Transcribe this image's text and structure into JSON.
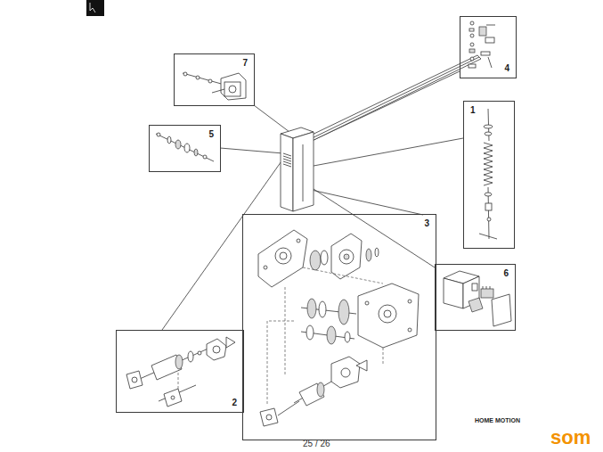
{
  "diagram": {
    "nodes": [
      {
        "text": [
          "7"
        ]
      },
      {
        "text": [
          "4"
        ]
      },
      {
        "text": [
          "1"
        ]
      },
      {
        "text": [
          "5"
        ]
      },
      {
        "text": [
          "3"
        ]
      },
      {
        "text": [
          "6"
        ]
      },
      {
        "text": [
          "2"
        ]
      }
    ],
    "labels": [
      "25 / 26",
      "HOME MOTION",
      "som"
    ]
  }
}
